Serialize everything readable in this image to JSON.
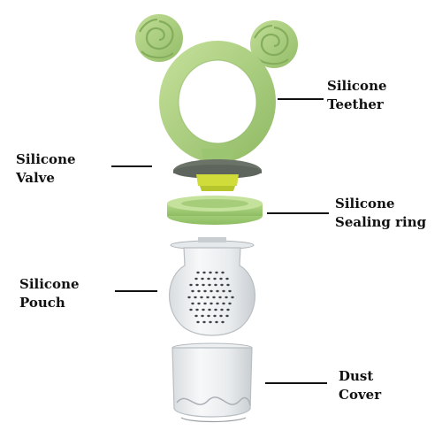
{
  "diagram": {
    "labels": [
      {
        "id": "teether",
        "line1": "Silicone",
        "line2": "Teether"
      },
      {
        "id": "valve",
        "line1": "Silicone",
        "line2": "Valve"
      },
      {
        "id": "sealing-ring",
        "line1": "Silicone",
        "line2": "Sealing ring"
      },
      {
        "id": "pouch",
        "line1": "Silicone",
        "line2": "Pouch"
      },
      {
        "id": "dust-cover",
        "line1": "Dust",
        "line2": "Cover"
      }
    ],
    "colors": {
      "teether_green": "#a9cd7e",
      "teether_dark": "#86b05c",
      "valve_grey": "#6b7268",
      "valve_yellow": "#cfdc3a",
      "ring_green": "#9ecb72",
      "text": "#111111"
    }
  }
}
